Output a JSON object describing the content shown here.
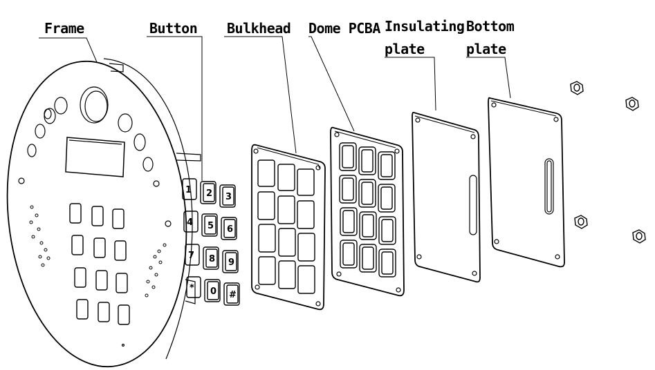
{
  "labels": {
    "frame": "Frame",
    "button": "Button",
    "bulkhead": "Bulkhead",
    "dome_pcba": "Dome PCBA",
    "insulating_line1": "Insulating",
    "insulating_line2": "plate",
    "bottom_line1": "Bottom",
    "bottom_line2": "plate"
  },
  "keypad": {
    "keys": [
      "1",
      "2",
      "3",
      "4",
      "5",
      "6",
      "7",
      "8",
      "9",
      "*",
      "0",
      "#"
    ]
  },
  "colors": {
    "line": "#000000",
    "background": "#ffffff"
  }
}
